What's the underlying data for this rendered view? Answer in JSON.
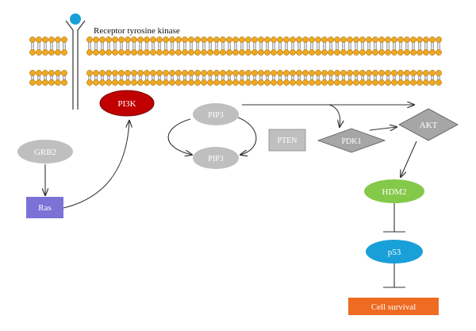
{
  "receptor_label": "Receptor tyrosine kinase",
  "nodes": {
    "pi3k": "PI3K",
    "grb2": "GRB2",
    "ras": "Ras",
    "pip3_top": "PIP3",
    "pip3_bottom": "PIP3",
    "pten": "PTEN",
    "pdk1": "PDK1",
    "akt": "AKT",
    "hdm2": "HDM2",
    "p53": "p53",
    "cell_survival": "Cell survival"
  },
  "colors": {
    "pi3k": "#c00000",
    "grb2": "#bfbfbf",
    "ras": "#7b72d6",
    "pip3": "#bfbfbf",
    "pten": "#bfbfbf",
    "pdk1": "#a6a6a6",
    "akt": "#a6a6a6",
    "hdm2": "#84c94a",
    "p53": "#1aa0d8",
    "cell_survival": "#ee6b22",
    "lipid_head": "#f2a81d",
    "receptor_head": "#1aa0d8"
  }
}
